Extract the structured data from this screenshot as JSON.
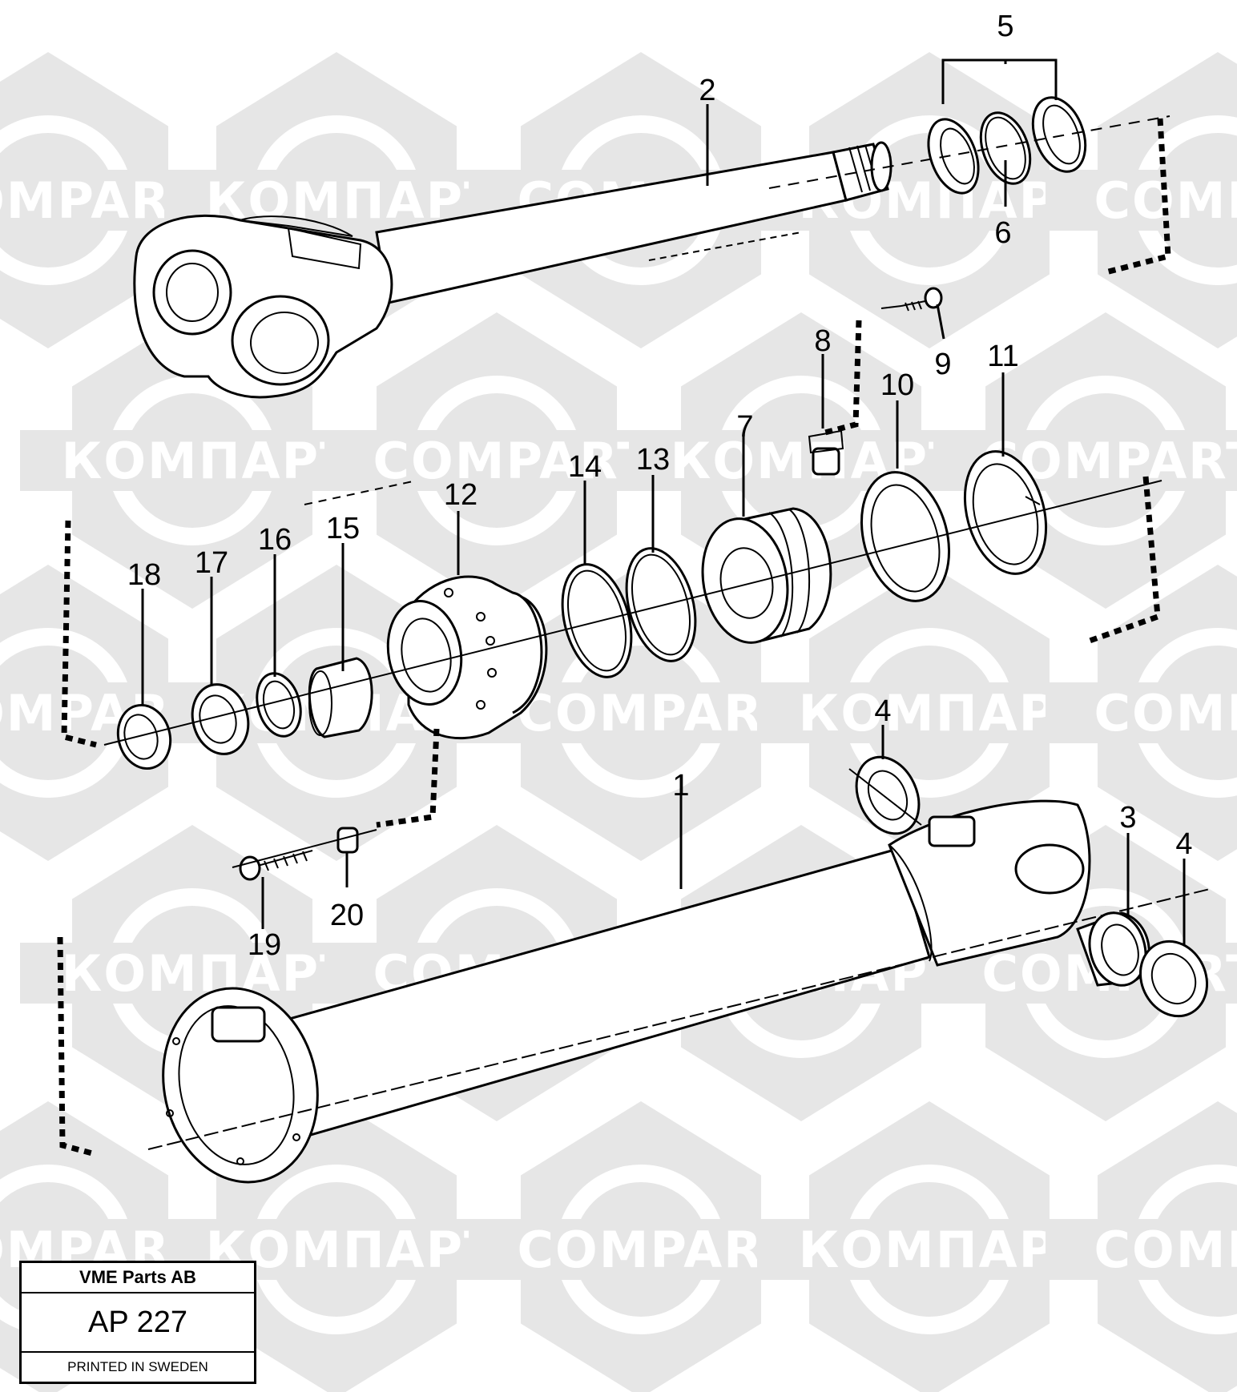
{
  "watermark": {
    "latin_text": "COMPART",
    "cyrillic_text": "КОМПАРТ",
    "color": "#e6e6e6"
  },
  "title_block": {
    "company": "VME Parts AB",
    "code": "AP 227",
    "printed": "PRINTED IN SWEDEN"
  },
  "callouts": {
    "c1": "1",
    "c2": "2",
    "c3": "3",
    "c4a": "4",
    "c4b": "4",
    "c5": "5",
    "c6": "6",
    "c7": "7",
    "c8": "8",
    "c9": "9",
    "c10": "10",
    "c11": "11",
    "c12": "12",
    "c13": "13",
    "c14": "14",
    "c15": "15",
    "c16": "16",
    "c17": "17",
    "c18": "18",
    "c19": "19",
    "c20": "20"
  }
}
